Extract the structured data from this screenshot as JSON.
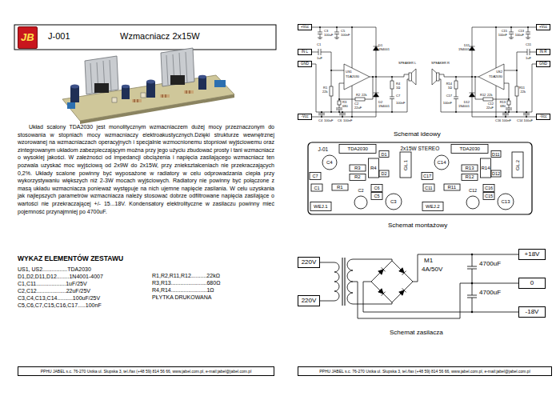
{
  "diagram": {
    "title": "Wzmacniacz 2x15W",
    "nodes": [
      {
        "text": [
          "JB"
        ]
      },
      {
        "text": [
          "PPHU JABEL s.c. 76-270 Ustka ul. Słupska 3, tel./fax (+48 59) 814 56 66, www.jabel.com.pl, e-mail:jabel@jabel.com.pl"
        ]
      },
      {
        "text": [
          "+Vcc"
        ]
      },
      {
        "text": [
          "IN L"
        ]
      },
      {
        "text": [
          "GND"
        ]
      },
      {
        "text": [
          "-Vcc"
        ]
      },
      {
        "text": [
          "+Vcc"
        ]
      },
      {
        "text": [
          "IN R"
        ]
      },
      {
        "text": [
          "GND"
        ]
      },
      {
        "text": [
          "-Vcc"
        ]
      },
      {
        "text": [
          "220V"
        ]
      },
      {
        "text": [
          "220V"
        ]
      },
      {
        "text": [
          "+18V"
        ]
      },
      {
        "text": [
          "0"
        ]
      },
      {
        "text": [
          "-18V"
        ]
      },
      {
        "text": [
          "PPHU JABEL s.c. 76-270 Ustka ul. Słupska 3, tel./fax (+48 59) 814 56 66, www.jabel.com.pl, e-mail:jabel@jabel.com.pl"
        ]
      }
    ],
    "labels": [
      "J-001",
      "Układ scalony TDA2030 jest monolitycznym wzmacniaczem dużej mocy przeznaczonym do stosowania w stopniach mocy wzmacniaczy elektroakustycznych.Dzięki strukturze wewnętrznej wzorowanej na wzmacniaczach operacyjnych i specjalnie wzmocnionemu stopniowi wyjściowemu oraz zintegrowanym układom zabezpieczającym można przy jego użyciu zbudować prosty i tani wzmacniacz o wysokiej jakości. W zależności od impedancji obciążenia i napięcia zasilającego wzmacniacz ten pozwala uzyskać moc wyjściową od 2x9W do 2x15W, przy zniekształceniach nie przekraczających 0,2%. Układy scalone powinny być wyposażone w radiatory w celu odprowadzania ciepła przy wykorzystywaniu większych niż 2-3W mocach wyjściowych. Radiatory nie powinny być połączone z masą układu wzmacniacza ponieważ występuje na nich ujemne napięcie zasilania. W celu uzyskania jak najlepszych parametrów wzmacniacza należy stosować dobrze odfiltrowane napięcia zasilające o wartości nie przekraczającej +/- 15...18V. Kondensatory elektrolityczne w zasilaczu powinny mieć pojemność przynajmniej po 4700uF.",
      "WYKAZ ELEMENTÓW ZESTAWU",
      "US1, US2................TDA2030",
      "D1,D2,D11,D12........1N4001-4007",
      "C1,C11...................1uF/25V",
      "C2,C12...................22uF/25V",
      "C3,C4,C13,C14..........100uF/25V",
      "C5,C6,C7,C15,C16,C17.....100nF",
      "R1,R2,R11,R12..........22kΩ",
      "R3,R13.......................680Ω",
      "R4,R14.......................1Ω",
      "PŁYTKA DRUKOWANA",
      "C3",
      "100uF",
      "C5",
      "100nF",
      "C1",
      "1uF",
      "R1",
      "22k",
      "US1",
      "TDA2030",
      "R2",
      "22k",
      "R3",
      "680",
      "C2",
      "22uF",
      "D1",
      "1N4001",
      "D2",
      "1N4001",
      "R4",
      "1Ω",
      "C7",
      "100nF",
      "C4",
      "100uF",
      "C6",
      "100nF",
      "SPEAKER L",
      "C13",
      "100uF",
      "C15",
      "100nF",
      "C11",
      "1uF",
      "R11",
      "22k",
      "US2",
      "TDA2030",
      "R12",
      "22k",
      "R13",
      "680",
      "C12",
      "22uF",
      "D11",
      "1N4001",
      "D12",
      "1N4001",
      "R14",
      "1Ω",
      "C17",
      "100nF",
      "C14",
      "100uF",
      "C16",
      "100nF",
      "SPEAKER R",
      "Schemat ideowy",
      "J-01",
      "TDA2030",
      "2x15W STEREO",
      "TDA2030",
      "C4",
      "D1",
      "R3",
      "R4",
      "R2",
      "D2",
      "GŁ.1",
      "C7",
      "C1",
      "R1",
      "C2",
      "C6",
      "C5",
      "C3",
      "WEJ.1",
      "C14",
      "D11",
      "R13",
      "R14",
      "R12",
      "D12",
      "GŁ.2",
      "C17",
      "C11",
      "R11",
      "C12",
      "C16",
      "C15",
      "C13",
      "WEJ.2",
      "Schemat montażowy",
      "M1",
      "4A/50V",
      "4700uF",
      "4700uF",
      "Schemat zasilacza"
    ]
  }
}
